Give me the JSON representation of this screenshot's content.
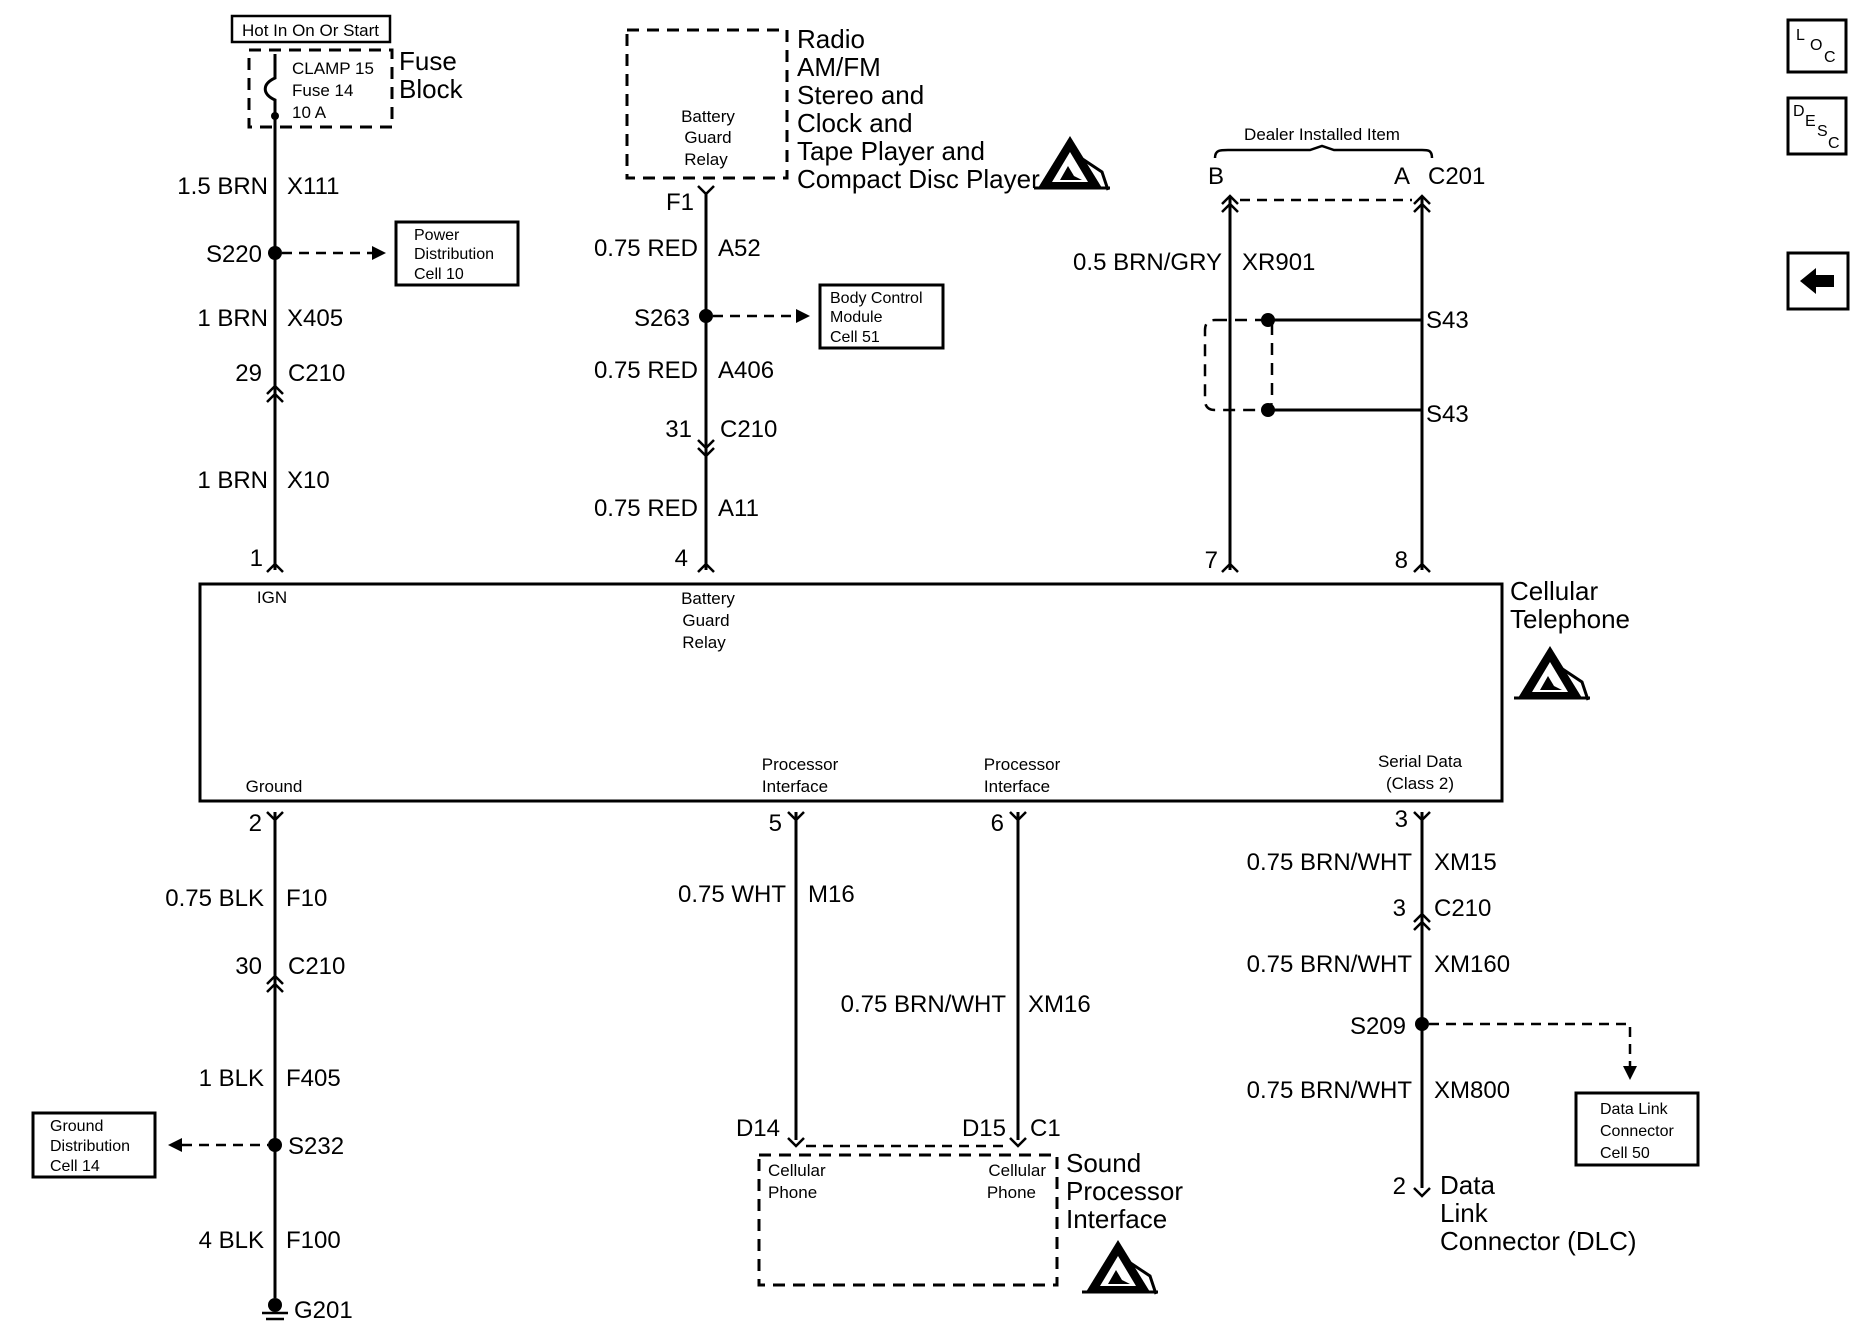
{
  "fuse": {
    "title": "Hot In On Or Start",
    "lines": [
      "CLAMP 15",
      "Fuse 14",
      "10 A"
    ],
    "label1": "Fuse",
    "label2": "Block"
  },
  "radio": {
    "relay_lines": [
      "Battery",
      "Guard",
      "Relay"
    ],
    "title_lines": [
      "Radio",
      "AM/FM",
      "Stereo and",
      "Clock and",
      "Tape Player and",
      "Compact Disc Player"
    ],
    "pin": "F1"
  },
  "dealer": {
    "label": "Dealer Installed Item",
    "pin_b": "B",
    "pin_a": "A",
    "connector": "C201"
  },
  "wires": {
    "ign": {
      "w1_gauge": "1.5 BRN",
      "w1_circuit": "X111",
      "splice": "S220",
      "w2_gauge": "1 BRN",
      "w2_circuit": "X405",
      "conn_pin": "29",
      "conn": "C210",
      "w3_gauge": "1 BRN",
      "w3_circuit": "X10",
      "pin": "1"
    },
    "bat": {
      "w1_gauge": "0.75 RED",
      "w1_circuit": "A52",
      "splice": "S263",
      "w2_gauge": "0.75 RED",
      "w2_circuit": "A406",
      "conn_pin": "31",
      "conn": "C210",
      "w3_gauge": "0.75 RED",
      "w3_circuit": "A11",
      "pin": "4"
    },
    "ant": {
      "gauge": "0.5 BRN/GRY",
      "circuit": "XR901",
      "shield1": "S43",
      "shield2": "S43",
      "pin7": "7",
      "pin8": "8"
    },
    "gnd": {
      "pin": "2",
      "w1_gauge": "0.75 BLK",
      "w1_circuit": "F10",
      "conn_pin": "30",
      "conn": "C210",
      "w2_gauge": "1 BLK",
      "w2_circuit": "F405",
      "splice": "S232",
      "w3_gauge": "4 BLK",
      "w3_circuit": "F100",
      "ground": "G201"
    },
    "proc5": {
      "pin": "5",
      "gauge": "0.75 WHT",
      "circuit": "M16",
      "end_pin": "D14"
    },
    "proc6": {
      "pin": "6",
      "gauge": "0.75 BRN/WHT",
      "circuit": "XM16",
      "end_pin": "D15",
      "end_conn": "C1"
    },
    "serial": {
      "pin": "3",
      "w1_gauge": "0.75 BRN/WHT",
      "w1_circuit": "XM15",
      "conn_pin": "3",
      "conn": "C210",
      "w2_gauge": "0.75 BRN/WHT",
      "w2_circuit": "XM160",
      "splice": "S209",
      "w3_gauge": "0.75 BRN/WHT",
      "w3_circuit": "XM800",
      "dlc_pin": "2"
    }
  },
  "refs": {
    "power": [
      "Power",
      "Distribution",
      "Cell 10"
    ],
    "bcm": [
      "Body Control",
      "Module",
      "Cell 51"
    ],
    "ground": [
      "Ground",
      "Distribution",
      "Cell 14"
    ],
    "dlc": [
      "Data Link",
      "Connector",
      "Cell 50"
    ]
  },
  "phone": {
    "title_lines": [
      "Cellular",
      "Telephone"
    ],
    "ign": "IGN",
    "bgr_lines": [
      "Battery",
      "Guard",
      "Relay"
    ],
    "ground": "Ground",
    "proc1_lines": [
      "Processor",
      "Interface"
    ],
    "proc2_lines": [
      "Processor",
      "Interface"
    ],
    "serial_lines": [
      "Serial Data",
      "(Class 2)"
    ]
  },
  "sound": {
    "left_lines": [
      "Cellular",
      "Phone"
    ],
    "right_lines": [
      "Cellular",
      "Phone"
    ],
    "title_lines": [
      "Sound",
      "Processor",
      "Interface"
    ]
  },
  "dlc": {
    "title_lines": [
      "Data",
      "Link",
      "Connector (DLC)"
    ]
  },
  "nav": {
    "loc": [
      "L",
      "O",
      "C"
    ],
    "desc": [
      "D",
      "E",
      "S",
      "C"
    ]
  }
}
